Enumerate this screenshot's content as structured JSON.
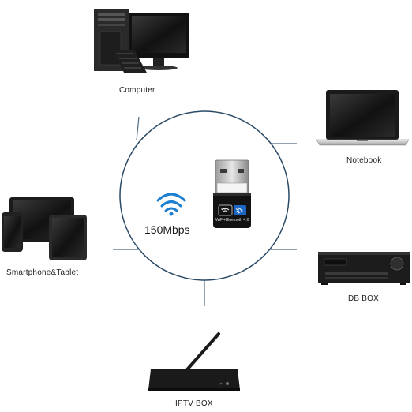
{
  "devices": {
    "computer": {
      "label": "Computer"
    },
    "notebook": {
      "label": "Notebook"
    },
    "tablet": {
      "label": "Smartphone&Tablet"
    },
    "dbbox": {
      "label": "DB BOX"
    },
    "iptv": {
      "label": "IPTV BOX"
    }
  },
  "adapter": {
    "speed": "150Mbps",
    "wifi_badge": "WiFi",
    "model_text": "WiFi+Bluetooth 4.0"
  },
  "colors": {
    "circle": "#2a4a66",
    "connector": "#4d6b82",
    "wifi_icon": "#1d7fd0",
    "bluetooth_badge": "#1a66c2",
    "device_dark": "#1b1b1b"
  },
  "icons": {
    "wifi": "wifi-icon",
    "bluetooth": "bluetooth-icon"
  }
}
